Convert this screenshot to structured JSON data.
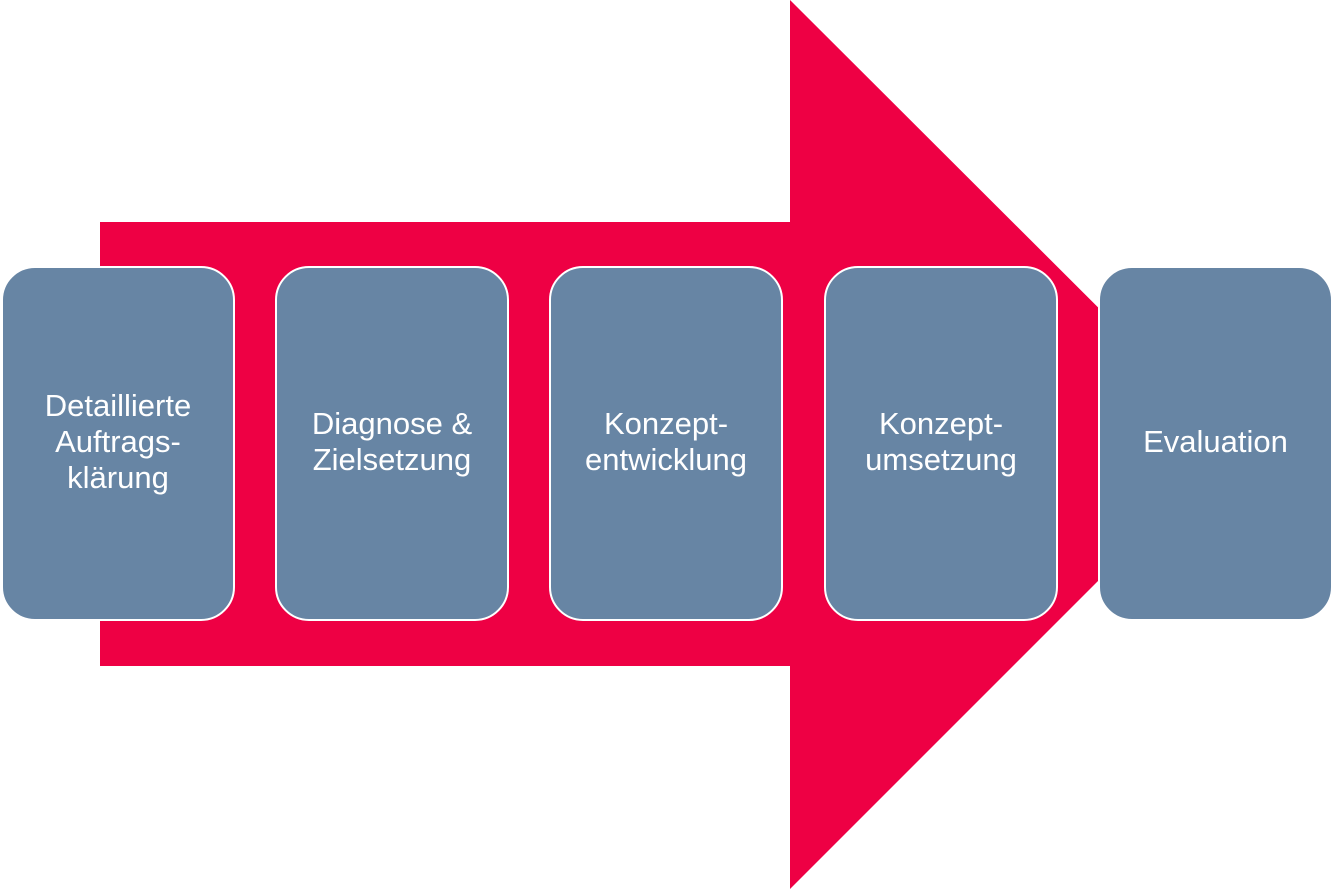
{
  "colors": {
    "arrow": "#ee0044",
    "box_fill": "#6785a4",
    "box_border": "#ffffff",
    "text": "#ffffff"
  },
  "steps": [
    {
      "label": "Detaillierte\nAuftrags-\nklärung"
    },
    {
      "label": "Diagnose &\nZielsetzung"
    },
    {
      "label": "Konzept-\nentwicklung"
    },
    {
      "label": "Konzept-\numsetzung"
    },
    {
      "label": "Evaluation"
    }
  ]
}
